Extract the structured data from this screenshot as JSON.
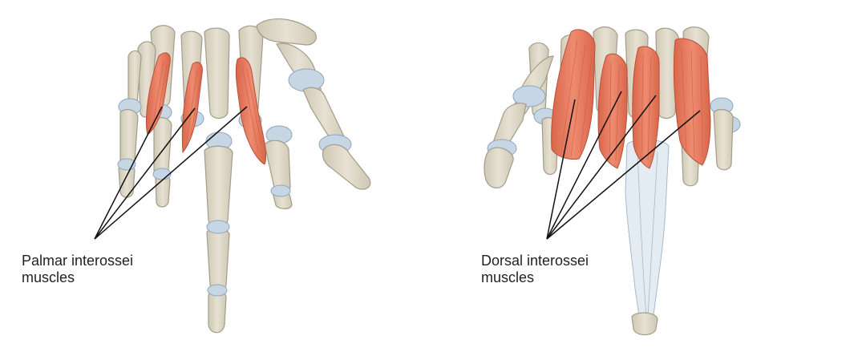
{
  "labels": {
    "palmar": {
      "line1": "Palmar interossei",
      "line2": "muscles"
    },
    "dorsal": {
      "line1": "Dorsal interossei",
      "line2": "muscles"
    }
  },
  "colors": {
    "bone": "#dcd6c5",
    "bone_outline": "#a39c8a",
    "joint": "#c7d6e4",
    "joint_outline": "#8fa6bc",
    "muscle": "#e77a5e",
    "muscle_outline": "#b5513a",
    "muscle_fiber": "#c85e44",
    "tendon": "#e4ecf3",
    "tendon_outline": "#a8b8c8",
    "leader": "#111111"
  }
}
